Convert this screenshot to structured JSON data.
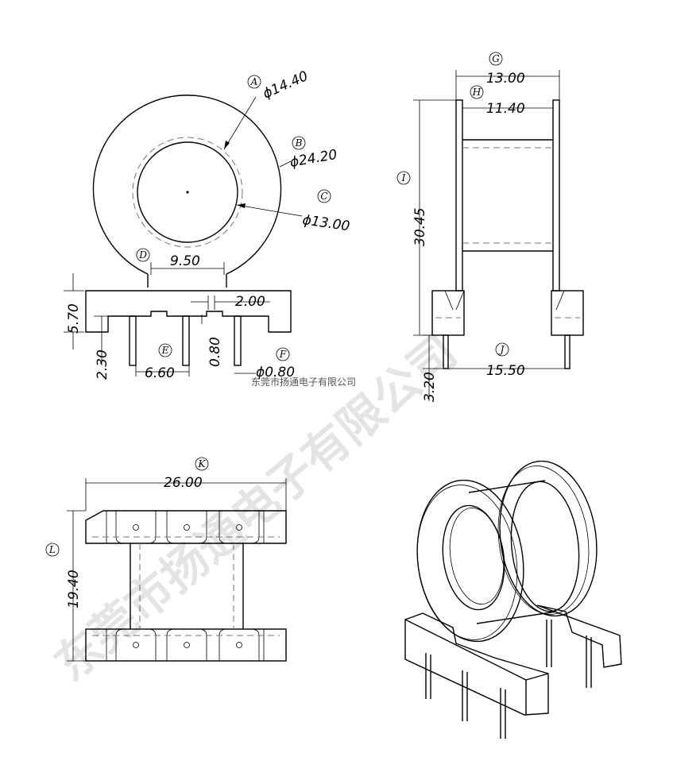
{
  "watermark": "东莞市扬通电子有限公司",
  "company_signature": "东莞市扬通电子有限公司",
  "front_view": {
    "callouts": [
      {
        "letter": "A",
        "value": "ϕ14.40"
      },
      {
        "letter": "B",
        "value": "ϕ24.20"
      },
      {
        "letter": "C",
        "value": "ϕ13.00"
      },
      {
        "letter": "D",
        "value": "9.50"
      },
      {
        "letter": "E",
        "value": "6.60"
      },
      {
        "letter": "F",
        "value": "ϕ0.80"
      }
    ],
    "dims": {
      "height": "5.70",
      "pin_slot": "2.00",
      "pin_len": "2.30",
      "pin_gap": "0.80"
    }
  },
  "side_view": {
    "callouts": [
      {
        "letter": "G",
        "value": "13.00"
      },
      {
        "letter": "H",
        "value": "11.40"
      },
      {
        "letter": "I",
        "value": "30.45"
      },
      {
        "letter": "J",
        "value": "15.50"
      }
    ],
    "dims": {
      "pin_len": "3.20"
    }
  },
  "bottom_view": {
    "callouts": [
      {
        "letter": "K",
        "value": "26.00"
      },
      {
        "letter": "L",
        "value": "19.40"
      }
    ]
  }
}
